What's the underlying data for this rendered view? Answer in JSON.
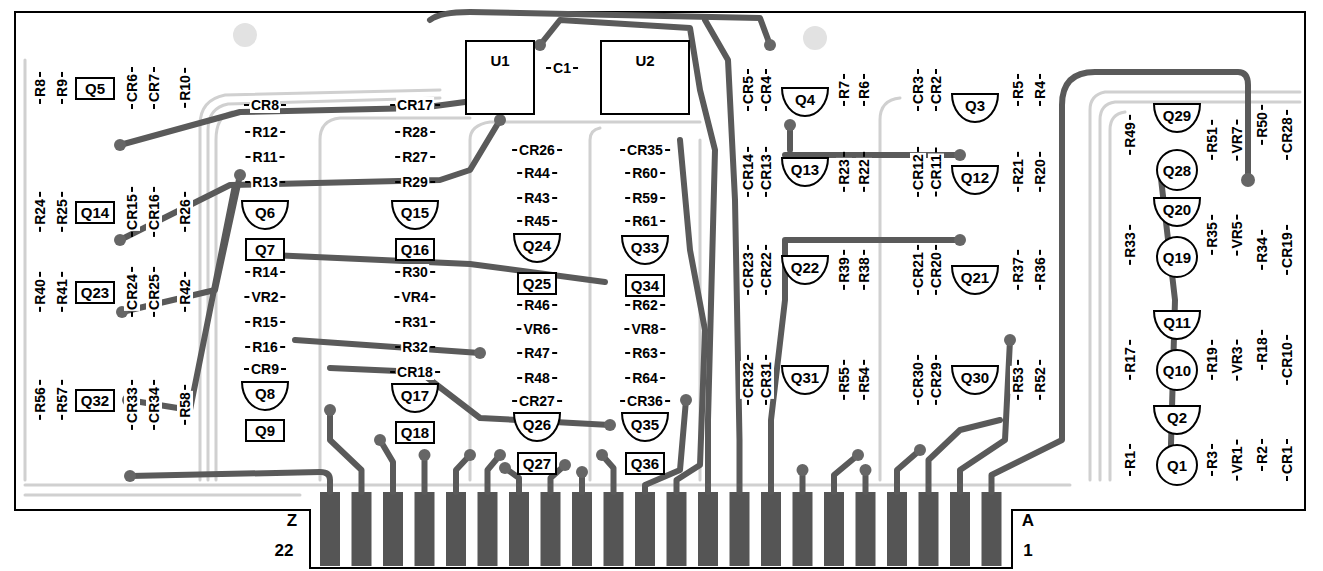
{
  "diagram": {
    "nodes": [
      {
        "text": [
          "U1"
        ]
      },
      {
        "text": [
          "U2"
        ]
      },
      {
        "text": [
          "Q5"
        ]
      },
      {
        "text": [
          "Q14"
        ]
      },
      {
        "text": [
          "Q23"
        ]
      },
      {
        "text": [
          "Q32"
        ]
      },
      {
        "text": [
          "Q6"
        ]
      },
      {
        "text": [
          "Q7"
        ]
      },
      {
        "text": [
          "Q8"
        ]
      },
      {
        "text": [
          "Q9"
        ]
      },
      {
        "text": [
          "Q15"
        ]
      },
      {
        "text": [
          "Q16"
        ]
      },
      {
        "text": [
          "Q17"
        ]
      },
      {
        "text": [
          "Q18"
        ]
      },
      {
        "text": [
          "Q24"
        ]
      },
      {
        "text": [
          "Q25"
        ]
      },
      {
        "text": [
          "Q26"
        ]
      },
      {
        "text": [
          "Q27"
        ]
      },
      {
        "text": [
          "Q33"
        ]
      },
      {
        "text": [
          "Q34"
        ]
      },
      {
        "text": [
          "Q35"
        ]
      },
      {
        "text": [
          "Q36"
        ]
      },
      {
        "text": [
          "Q4"
        ]
      },
      {
        "text": [
          "Q3"
        ]
      },
      {
        "text": [
          "Q13"
        ]
      },
      {
        "text": [
          "Q12"
        ]
      },
      {
        "text": [
          "Q22"
        ]
      },
      {
        "text": [
          "Q21"
        ]
      },
      {
        "text": [
          "Q31"
        ]
      },
      {
        "text": [
          "Q30"
        ]
      },
      {
        "text": [
          "Q29"
        ]
      },
      {
        "text": [
          "Q28"
        ]
      },
      {
        "text": [
          "Q20"
        ]
      },
      {
        "text": [
          "Q19"
        ]
      },
      {
        "text": [
          "Q11"
        ]
      },
      {
        "text": [
          "Q10"
        ]
      },
      {
        "text": [
          "Q2"
        ]
      },
      {
        "text": [
          "Q1"
        ]
      }
    ],
    "labels": [
      "R8",
      "R9",
      "CR6",
      "CR7",
      "R10",
      "R24",
      "R25",
      "CR15",
      "CR16",
      "R26",
      "R40",
      "R41",
      "CR24",
      "CR25",
      "R42",
      "R56",
      "R57",
      "CR33",
      "CR34",
      "R58",
      "CR8",
      "R12",
      "R11",
      "R13",
      "R14",
      "VR2",
      "R15",
      "R16",
      "CR9",
      "CR17",
      "R28",
      "R27",
      "R29",
      "R30",
      "VR4",
      "R31",
      "R32",
      "CR18",
      "CR26",
      "R44",
      "R43",
      "R45",
      "R46",
      "VR6",
      "R47",
      "R48",
      "CR27",
      "CR35",
      "R60",
      "R59",
      "R61",
      "R62",
      "VR8",
      "R63",
      "R64",
      "CR36",
      "C1",
      "CR5",
      "CR4",
      "R7",
      "R6",
      "CR3",
      "CR2",
      "R5",
      "R4",
      "CR14",
      "CR13",
      "R23",
      "R22",
      "CR12",
      "CR11",
      "R21",
      "R20",
      "CR23",
      "CR22",
      "R39",
      "R38",
      "CR21",
      "CR20",
      "R37",
      "R36",
      "CR32",
      "CR31",
      "R55",
      "R54",
      "CR30",
      "CR29",
      "R53",
      "R52",
      "R49",
      "R51",
      "VR7",
      "R50",
      "CR28",
      "R33",
      "R35",
      "VR5",
      "R34",
      "CR19",
      "R17",
      "R19",
      "VR3",
      "R18",
      "CR10",
      "R1",
      "R3",
      "VR1",
      "R2",
      "CR1",
      "Z",
      "22",
      "A",
      "1"
    ]
  }
}
